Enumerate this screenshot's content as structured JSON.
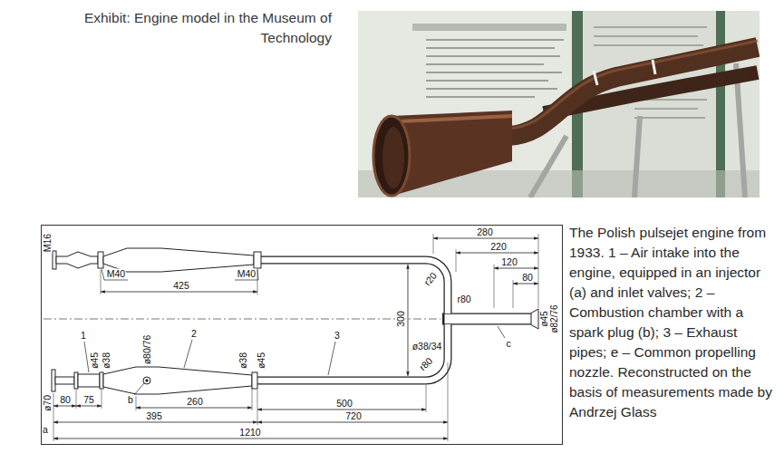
{
  "diagram": {
    "title": "Exhibit: Engine model in the Museum of Technology",
    "caption": "The Polish pulsejet engine from 1933. 1 – Air intake into the engine, equipped in an injector (a) and inlet valves; 2 – Combustion chamber with a spark plug (b); 3 – Exhaust pipes; e – Common propelling nozzle. Reconstructed on the basis of measurements made by Andrzej Glass",
    "labels": [
      "M16",
      "M40",
      "M40",
      "425",
      "280",
      "220",
      "120",
      "80",
      "300",
      "r20",
      "r80",
      "ø45",
      "ø82/76",
      "c",
      "1",
      "2",
      "3",
      "ø45",
      "ø38",
      "ø80/76",
      "ø38",
      "ø45",
      "ø38/34",
      "r80",
      "ø70",
      "a",
      "b",
      "80",
      "75",
      "260",
      "395",
      "500",
      "720",
      "1210"
    ]
  }
}
